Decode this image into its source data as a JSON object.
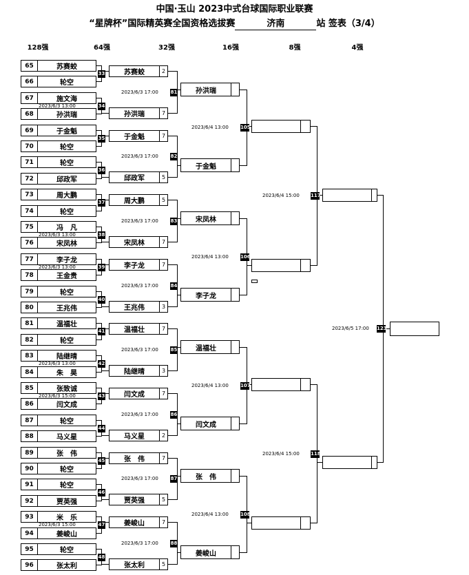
{
  "header": {
    "title1": "中国·玉山 2023中式台球国际职业联赛",
    "title2_pre": "“星牌杯”国际精英赛全国资格选拔赛",
    "city": "济南",
    "title2_post": "站  签表（3/4）"
  },
  "rounds": [
    "128强",
    "64强",
    "32强",
    "16强",
    "8强",
    "4强"
  ],
  "r128": [
    {
      "seed": "65",
      "name": "苏赛蛟"
    },
    {
      "seed": "66",
      "name": "轮空"
    },
    {
      "seed": "67",
      "name": "施文海"
    },
    {
      "seed": "68",
      "name": "孙洪瑞"
    },
    {
      "seed": "69",
      "name": "于金魁"
    },
    {
      "seed": "70",
      "name": "轮空"
    },
    {
      "seed": "71",
      "name": "轮空"
    },
    {
      "seed": "72",
      "name": "邱政军"
    },
    {
      "seed": "73",
      "name": "周大鹏"
    },
    {
      "seed": "74",
      "name": "轮空"
    },
    {
      "seed": "75",
      "name": "冯　凡"
    },
    {
      "seed": "76",
      "name": "宋凤林"
    },
    {
      "seed": "77",
      "name": "李子龙"
    },
    {
      "seed": "78",
      "name": "王金贵"
    },
    {
      "seed": "79",
      "name": "轮空"
    },
    {
      "seed": "80",
      "name": "王兆伟"
    },
    {
      "seed": "81",
      "name": "温福壮"
    },
    {
      "seed": "82",
      "name": "轮空"
    },
    {
      "seed": "83",
      "name": "陆继晴"
    },
    {
      "seed": "84",
      "name": "朱　昊"
    },
    {
      "seed": "85",
      "name": "张致诚"
    },
    {
      "seed": "86",
      "name": "闫文成"
    },
    {
      "seed": "87",
      "name": "轮空"
    },
    {
      "seed": "88",
      "name": "马义星"
    },
    {
      "seed": "89",
      "name": "张　伟"
    },
    {
      "seed": "90",
      "name": "轮空"
    },
    {
      "seed": "91",
      "name": "轮空"
    },
    {
      "seed": "92",
      "name": "贾英强"
    },
    {
      "seed": "93",
      "name": "米　乐"
    },
    {
      "seed": "94",
      "name": "姜峻山"
    },
    {
      "seed": "95",
      "name": "轮空"
    },
    {
      "seed": "96",
      "name": "张太利"
    }
  ],
  "r128_matches": [
    {
      "num": "33",
      "time": ""
    },
    {
      "num": "34",
      "time": "2023/6/3 13:00"
    },
    {
      "num": "35",
      "time": ""
    },
    {
      "num": "36",
      "time": ""
    },
    {
      "num": "37",
      "time": ""
    },
    {
      "num": "38",
      "time": "2023/6/3 13:00"
    },
    {
      "num": "39",
      "time": "2023/6/3 13:00"
    },
    {
      "num": "40",
      "time": ""
    },
    {
      "num": "41",
      "time": ""
    },
    {
      "num": "42",
      "time": "2023/6/3 13:00"
    },
    {
      "num": "43",
      "time": "2023/6/3 15:00"
    },
    {
      "num": "44",
      "time": ""
    },
    {
      "num": "45",
      "time": ""
    },
    {
      "num": "46",
      "time": ""
    },
    {
      "num": "47",
      "time": "2023/6/3 15:00"
    },
    {
      "num": "48",
      "time": ""
    }
  ],
  "r64": [
    {
      "name": "苏赛蛟",
      "score": "2"
    },
    {
      "name": "孙洪瑞",
      "score": "7"
    },
    {
      "name": "于金魁",
      "score": "7"
    },
    {
      "name": "邱政军",
      "score": "5"
    },
    {
      "name": "周大鹏",
      "score": "5"
    },
    {
      "name": "宋凤林",
      "score": "7"
    },
    {
      "name": "李子龙",
      "score": "7"
    },
    {
      "name": "王兆伟",
      "score": "3"
    },
    {
      "name": "温福壮",
      "score": "7"
    },
    {
      "name": "陆继晴",
      "score": "3"
    },
    {
      "name": "闫文成",
      "score": "7"
    },
    {
      "name": "马义星",
      "score": "2"
    },
    {
      "name": "张　伟",
      "score": "7"
    },
    {
      "name": "贾英强",
      "score": "5"
    },
    {
      "name": "姜峻山",
      "score": "7"
    },
    {
      "name": "张太利",
      "score": "5"
    }
  ],
  "r64_matches": [
    {
      "num": "81",
      "time": "2023/6/3 17:00"
    },
    {
      "num": "82",
      "time": "2023/6/3 17:00"
    },
    {
      "num": "83",
      "time": "2023/6/3 17:00"
    },
    {
      "num": "84",
      "time": "2023/6/3 17:00"
    },
    {
      "num": "85",
      "time": "2023/6/3 17:00"
    },
    {
      "num": "86",
      "time": "2023/6/3 17:00"
    },
    {
      "num": "87",
      "time": "2023/6/3 17:00"
    },
    {
      "num": "88",
      "time": "2023/6/3 17:00"
    }
  ],
  "r32": [
    {
      "name": "孙洪瑞",
      "score": ""
    },
    {
      "name": "于金魁",
      "score": ""
    },
    {
      "name": "宋凤林",
      "score": ""
    },
    {
      "name": "李子龙",
      "score": ""
    },
    {
      "name": "温福壮",
      "score": ""
    },
    {
      "name": "闫文成",
      "score": ""
    },
    {
      "name": "张　伟",
      "score": ""
    },
    {
      "name": "姜峻山",
      "score": ""
    }
  ],
  "r32_matches": [
    {
      "num": "105",
      "time": "2023/6/4 13:00"
    },
    {
      "num": "106",
      "time": "2023/6/4 13:00"
    },
    {
      "num": "107",
      "time": "2023/6/4 13:00"
    },
    {
      "num": "108",
      "time": "2023/6/4 13:00"
    }
  ],
  "r16": [
    {
      "name": "",
      "score": ""
    },
    {
      "name": "",
      "score": ""
    },
    {
      "name": "",
      "score": ""
    },
    {
      "name": "",
      "score": ""
    }
  ],
  "r16_matches": [
    {
      "num": "117",
      "time": "2023/6/4 15:00"
    },
    {
      "num": "118",
      "time": "2023/6/4 15:00"
    }
  ],
  "r8": [
    {
      "name": "",
      "score": ""
    },
    {
      "name": "",
      "score": ""
    }
  ],
  "r8_matches": [
    {
      "num": "123",
      "time": "2023/6/5 17:00"
    }
  ],
  "r4": [
    {
      "name": ""
    }
  ]
}
